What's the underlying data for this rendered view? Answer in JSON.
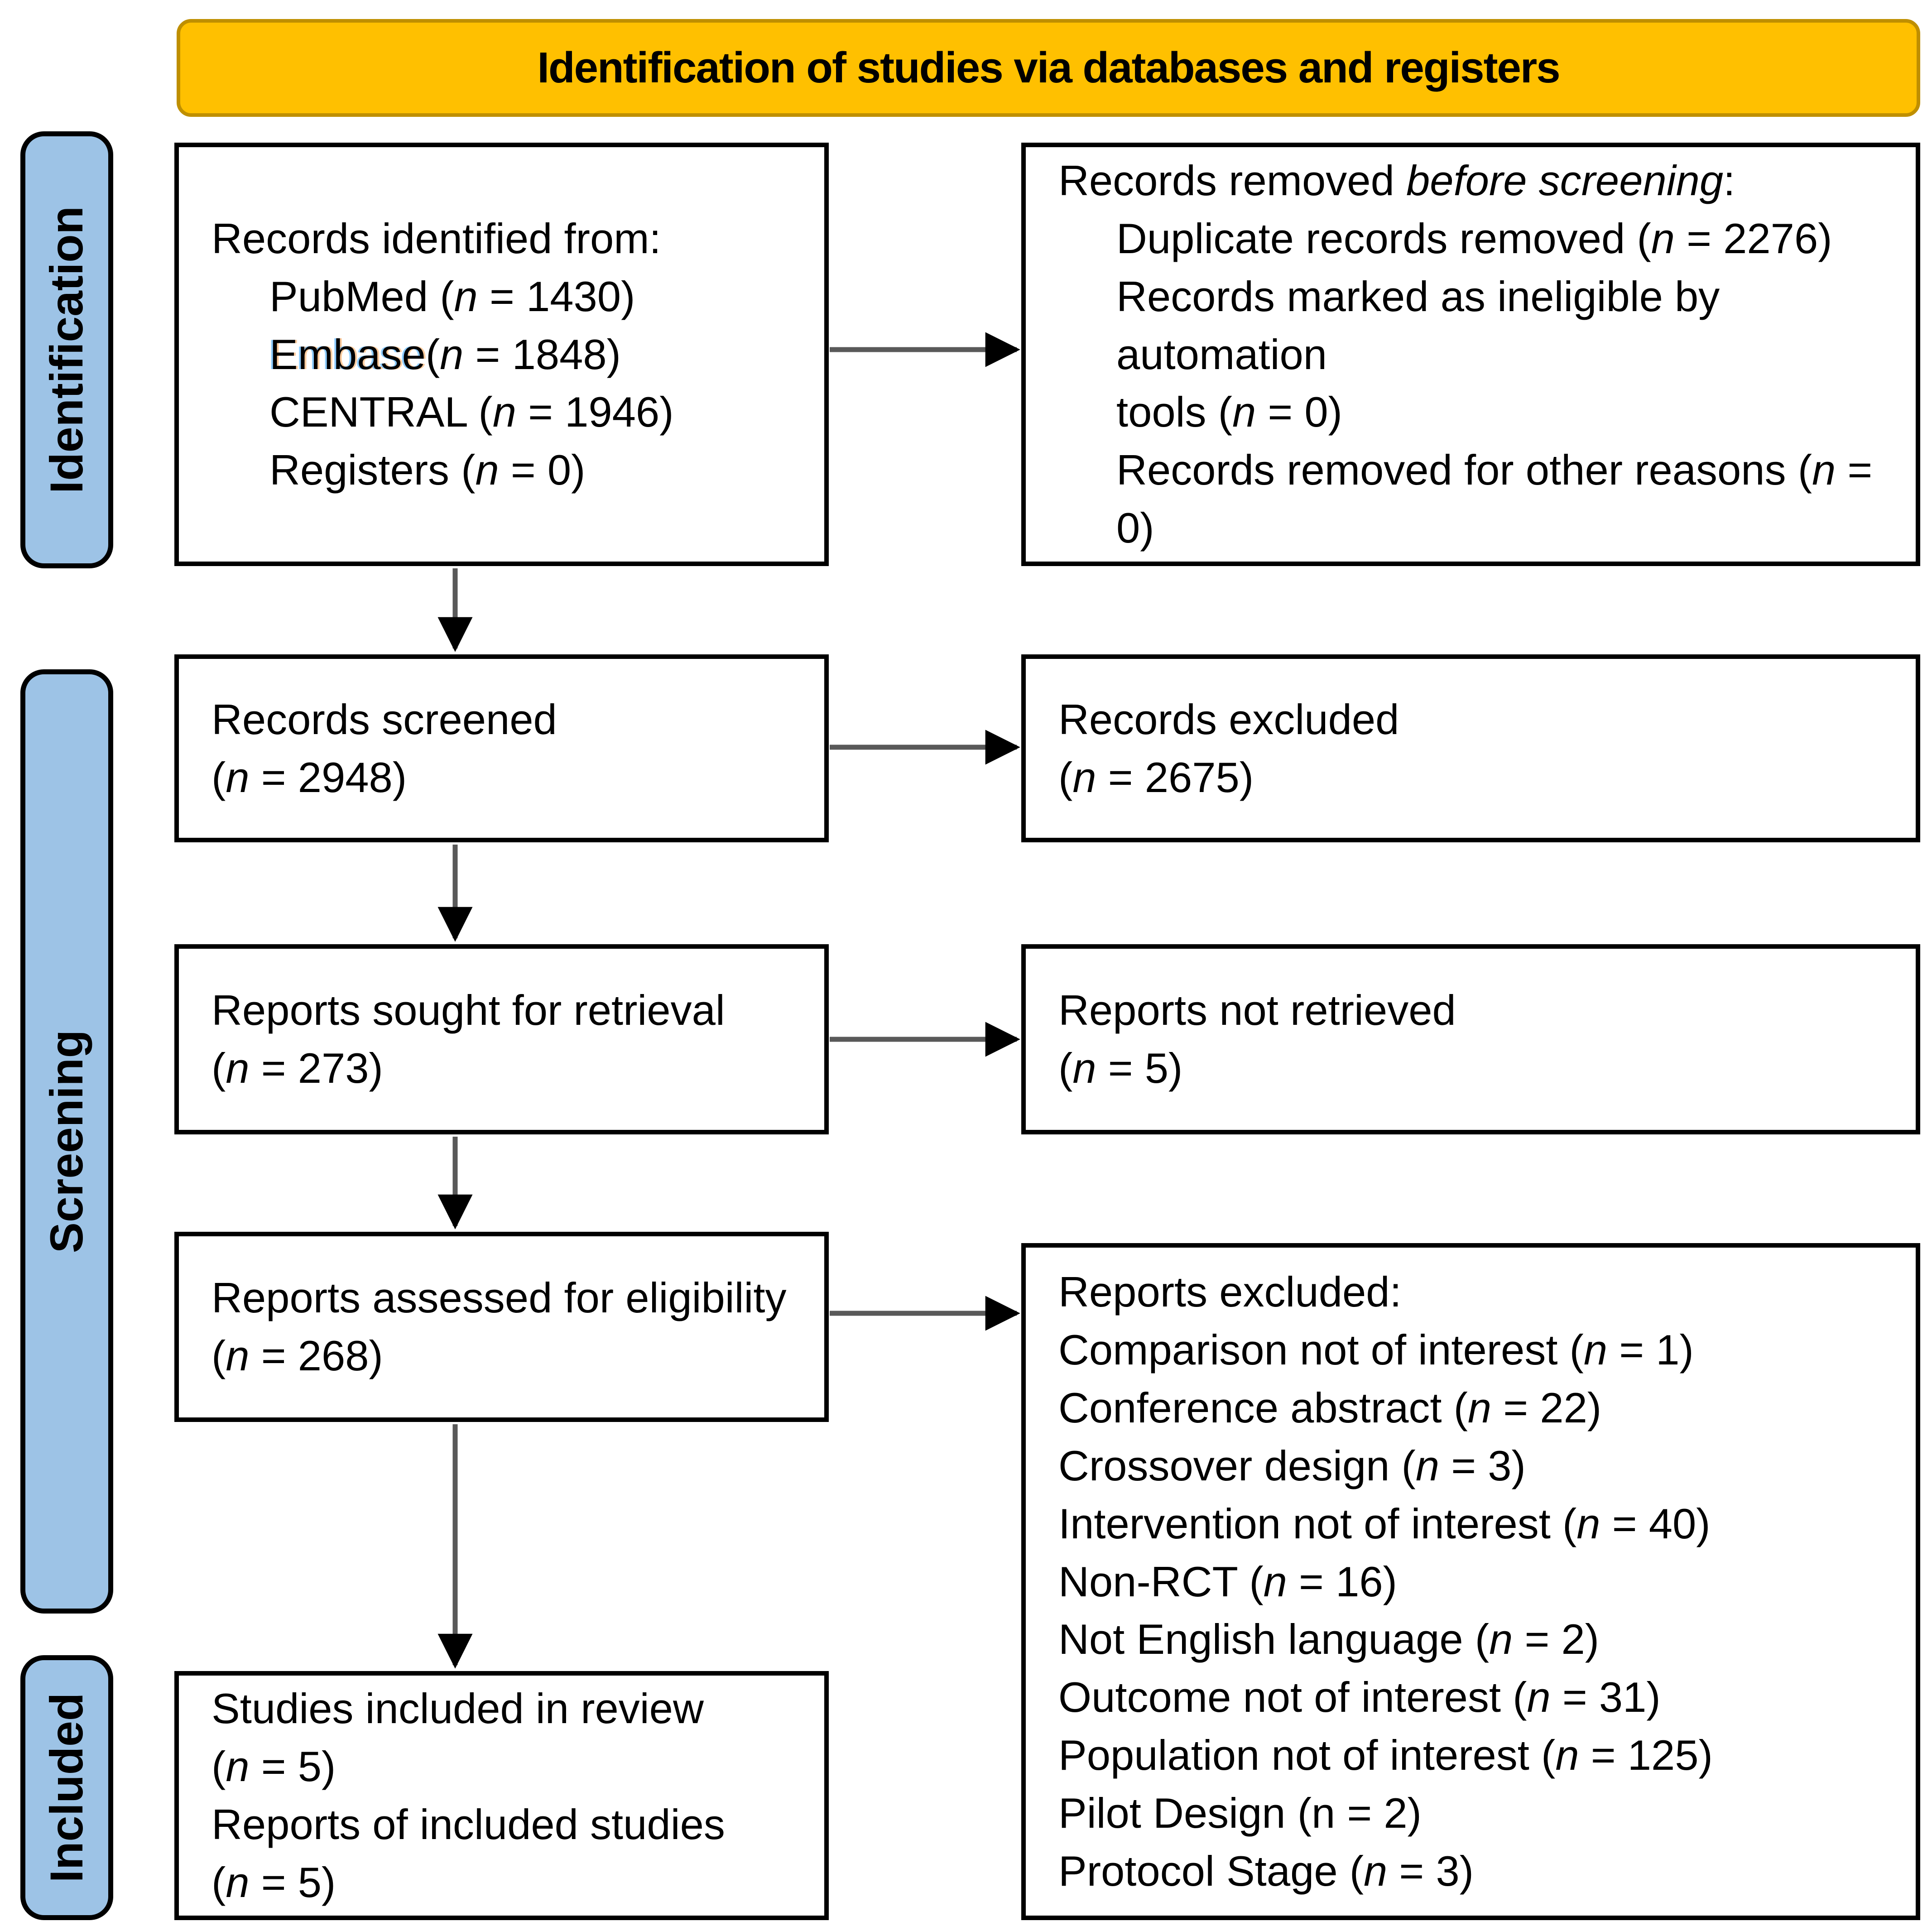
{
  "title": "Identification of studies via databases and registers",
  "colors": {
    "banner_fill": "#FFC000",
    "banner_border": "#BF8F00",
    "stage_fill": "#9DC3E6",
    "stage_border": "#000000",
    "box_border": "#000000",
    "arrow_line": "#595959",
    "arrow_head": "#000000"
  },
  "stages": {
    "identification": "Identification",
    "screening": "Screening",
    "included": "Included"
  },
  "nodes": {
    "identified": {
      "lines": [
        {
          "seg": [
            {
              "t": "Records identified from:"
            }
          ]
        },
        {
          "indent": true,
          "seg": [
            {
              "t": "PubMed ("
            },
            {
              "t": "n",
              "i": true
            },
            {
              "t": " = 1430)"
            }
          ]
        },
        {
          "indent": true,
          "seg": [
            {
              "t": "Embase",
              "fringe": true
            },
            {
              "t": "("
            },
            {
              "t": "n",
              "i": true
            },
            {
              "t": " = 1848)"
            }
          ]
        },
        {
          "indent": true,
          "seg": [
            {
              "t": "CENTRAL ("
            },
            {
              "t": "n",
              "i": true
            },
            {
              "t": " = 1946)"
            }
          ]
        },
        {
          "indent": true,
          "seg": [
            {
              "t": "Registers ("
            },
            {
              "t": "n",
              "i": true
            },
            {
              "t": " = 0)"
            }
          ]
        }
      ]
    },
    "removed": {
      "lines": [
        {
          "seg": [
            {
              "t": "Records removed "
            },
            {
              "t": "before screening",
              "i": true
            },
            {
              "t": ":"
            }
          ]
        },
        {
          "indent": true,
          "seg": [
            {
              "t": "Duplicate records removed ("
            },
            {
              "t": "n",
              "i": true
            },
            {
              "t": " = 2276)"
            }
          ]
        },
        {
          "indent": true,
          "seg": [
            {
              "t": "Records marked as ineligible by automation"
            }
          ]
        },
        {
          "indent": true,
          "seg": [
            {
              "t": "tools ("
            },
            {
              "t": "n",
              "i": true
            },
            {
              "t": " = 0)"
            }
          ]
        },
        {
          "indent": true,
          "seg": [
            {
              "t": "Records removed for other reasons ("
            },
            {
              "t": "n",
              "i": true
            },
            {
              "t": " = 0)"
            }
          ]
        }
      ]
    },
    "screened": {
      "lines": [
        {
          "seg": [
            {
              "t": "Records screened"
            }
          ]
        },
        {
          "seg": [
            {
              "t": "("
            },
            {
              "t": "n",
              "i": true
            },
            {
              "t": " = 2948)"
            }
          ]
        }
      ]
    },
    "excluded": {
      "lines": [
        {
          "seg": [
            {
              "t": "Records excluded"
            }
          ]
        },
        {
          "seg": [
            {
              "t": "("
            },
            {
              "t": "n",
              "i": true
            },
            {
              "t": " = 2675)"
            }
          ]
        }
      ]
    },
    "sought": {
      "lines": [
        {
          "seg": [
            {
              "t": "Reports sought for retrieval"
            }
          ]
        },
        {
          "seg": [
            {
              "t": "("
            },
            {
              "t": "n",
              "i": true
            },
            {
              "t": " = 273)"
            }
          ]
        }
      ]
    },
    "not_retrieved": {
      "lines": [
        {
          "seg": [
            {
              "t": "Reports not retrieved"
            }
          ]
        },
        {
          "seg": [
            {
              "t": "("
            },
            {
              "t": "n",
              "i": true
            },
            {
              "t": " = 5)"
            }
          ]
        }
      ]
    },
    "assessed": {
      "lines": [
        {
          "seg": [
            {
              "t": "Reports assessed for eligibility"
            }
          ]
        },
        {
          "seg": [
            {
              "t": "("
            },
            {
              "t": "n",
              "i": true
            },
            {
              "t": " = 268)"
            }
          ]
        }
      ]
    },
    "reports_excluded": {
      "lines": [
        {
          "seg": [
            {
              "t": "Reports excluded:"
            }
          ]
        },
        {
          "seg": [
            {
              "t": "Comparison not of interest ("
            },
            {
              "t": "n",
              "i": true
            },
            {
              "t": " = 1)"
            }
          ]
        },
        {
          "seg": [
            {
              "t": "Conference abstract ("
            },
            {
              "t": "n",
              "i": true
            },
            {
              "t": " = 22)"
            }
          ]
        },
        {
          "seg": [
            {
              "t": "Crossover design ("
            },
            {
              "t": "n",
              "i": true
            },
            {
              "t": " = 3)"
            }
          ]
        },
        {
          "seg": [
            {
              "t": "Intervention not of interest ("
            },
            {
              "t": "n",
              "i": true
            },
            {
              "t": " = 40)"
            }
          ]
        },
        {
          "seg": [
            {
              "t": "Non-RCT ("
            },
            {
              "t": "n",
              "i": true
            },
            {
              "t": " = 16)"
            }
          ]
        },
        {
          "seg": [
            {
              "t": "Not English language ("
            },
            {
              "t": "n",
              "i": true
            },
            {
              "t": " = 2)"
            }
          ]
        },
        {
          "seg": [
            {
              "t": "Outcome not of interest ("
            },
            {
              "t": "n",
              "i": true
            },
            {
              "t": " = 31)"
            }
          ]
        },
        {
          "seg": [
            {
              "t": "Population not of interest ("
            },
            {
              "t": "n",
              "i": true
            },
            {
              "t": " = 125)"
            }
          ]
        },
        {
          "seg": [
            {
              "t": "Pilot Design (n = 2)"
            }
          ]
        },
        {
          "seg": [
            {
              "t": "Protocol Stage ("
            },
            {
              "t": "n",
              "i": true
            },
            {
              "t": " = 3)"
            }
          ]
        }
      ]
    },
    "studies_included": {
      "lines": [
        {
          "seg": [
            {
              "t": "Studies included in review"
            }
          ]
        },
        {
          "seg": [
            {
              "t": "("
            },
            {
              "t": "n",
              "i": true
            },
            {
              "t": " = 5)"
            }
          ]
        },
        {
          "seg": [
            {
              "t": "Reports of included studies"
            }
          ]
        },
        {
          "seg": [
            {
              "t": "("
            },
            {
              "t": "n",
              "i": true
            },
            {
              "t": " = 5)"
            }
          ]
        }
      ]
    }
  }
}
